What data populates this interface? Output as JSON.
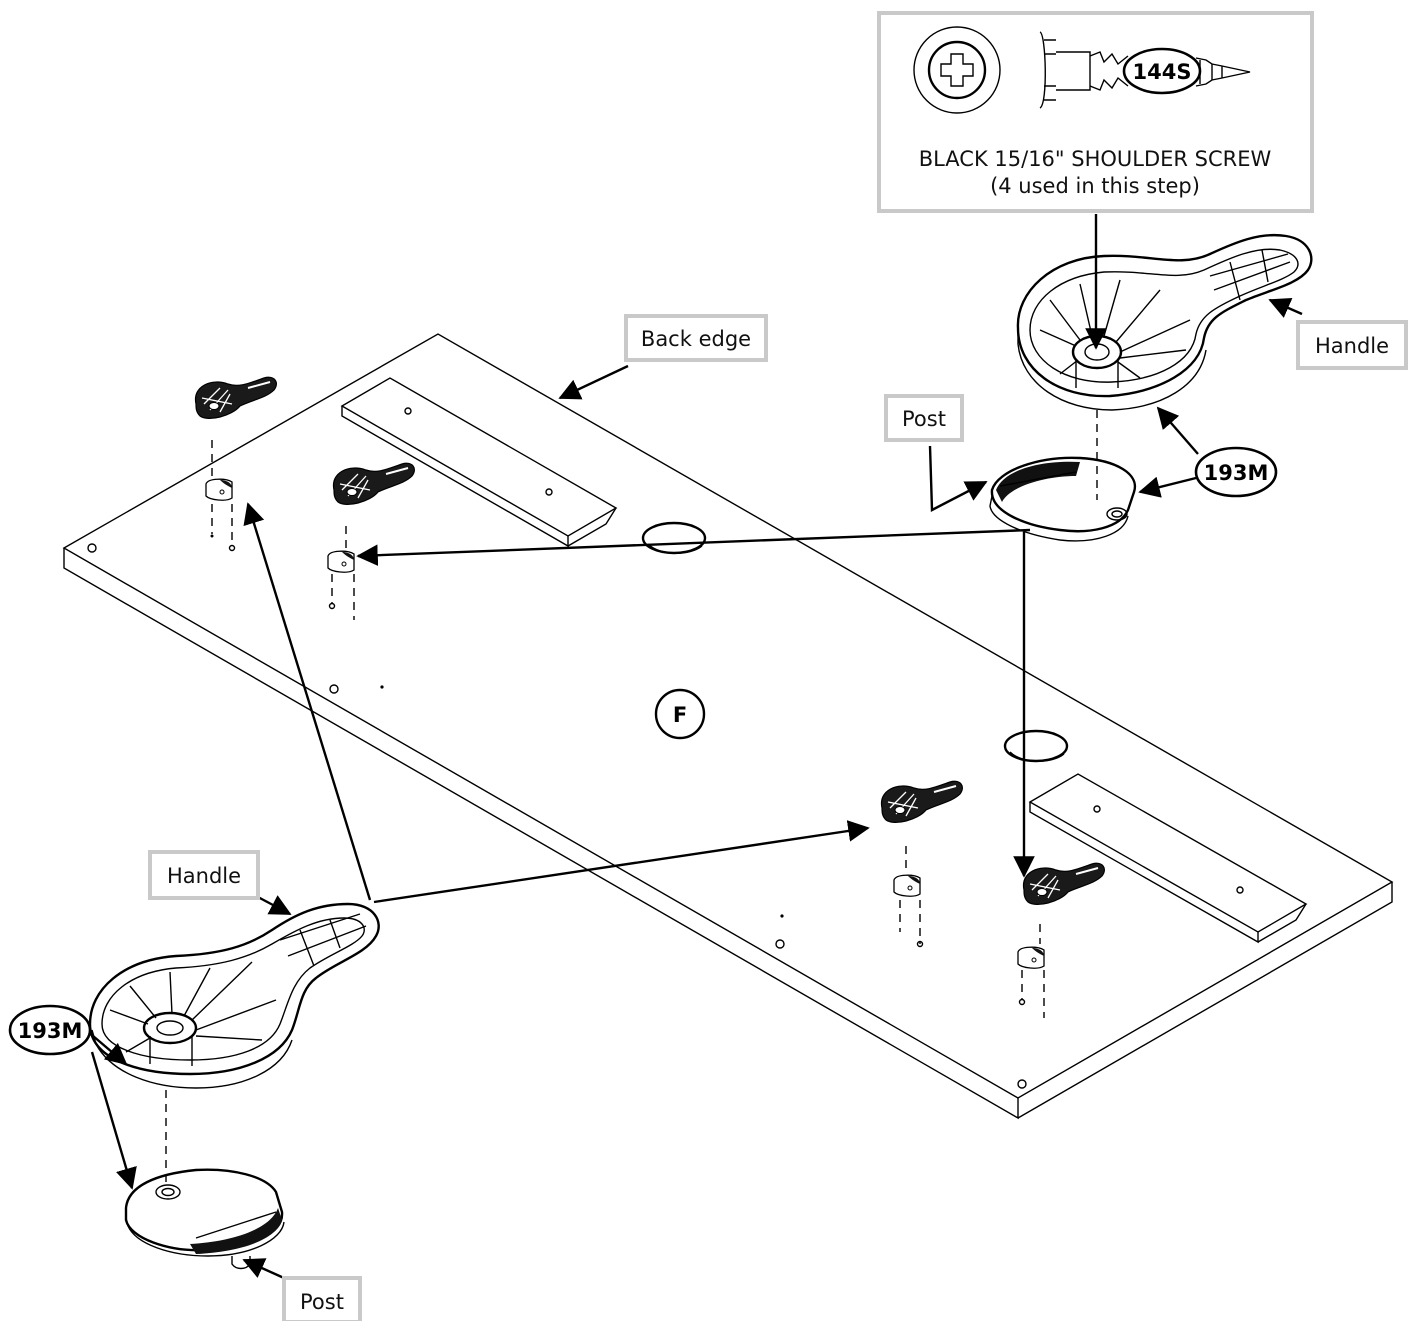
{
  "screw_box": {
    "part_code": "144S",
    "description": "BLACK 15/16\" SHOULDER SCREW",
    "quantity_note": "(4 used in this step)"
  },
  "panel_label": "F",
  "callouts": {
    "back_edge": "Back edge",
    "handle_right": "Handle",
    "post_right": "Post",
    "part_193m_right": "193M",
    "handle_left": "Handle",
    "post_left": "Post",
    "part_193m_left": "193M"
  },
  "colors": {
    "line": "#000000",
    "label_border": "#c9c9c9",
    "background": "#ffffff"
  },
  "icons": [
    "phillips-screw-head-icon",
    "shoulder-screw-icon",
    "handle-icon",
    "post-icon"
  ]
}
